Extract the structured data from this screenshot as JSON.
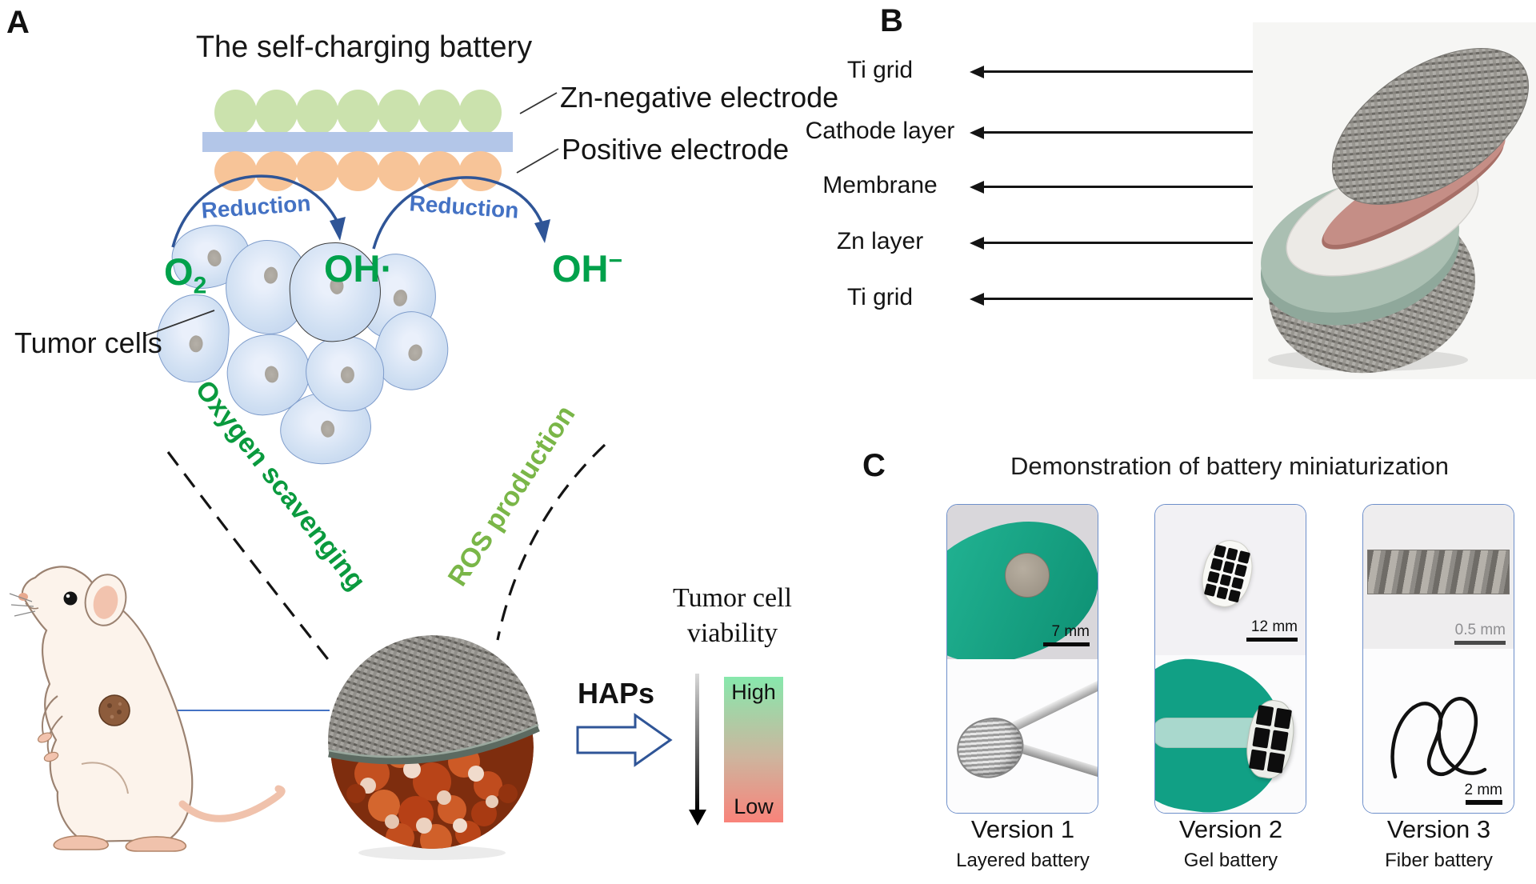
{
  "panelA": {
    "label": "A",
    "title": "The self-charging battery",
    "zn_electrode_label": "Zn-negative electrode",
    "positive_electrode_label": "Positive electrode",
    "reduction_left": "Reduction",
    "reduction_right": "Reduction",
    "chem": {
      "o2_main": "O",
      "o2_sub": "2",
      "oh_radical": "OH·",
      "oh_minus_main": "OH",
      "oh_minus_sup": "−"
    },
    "tumor_cells_label": "Tumor cells",
    "oxygen_scavenging": "Oxygen scavenging",
    "ros_production": "ROS production",
    "haps_label": "HAPs",
    "viability": {
      "line1": "Tumor cell",
      "line2": "viability",
      "high": "High",
      "low": "Low"
    }
  },
  "panelB": {
    "label": "B",
    "layers": [
      {
        "label": "Ti grid"
      },
      {
        "label": "Cathode layer"
      },
      {
        "label": "Membrane"
      },
      {
        "label": "Zn layer"
      },
      {
        "label": "Ti grid"
      }
    ]
  },
  "panelC": {
    "label": "C",
    "title": "Demonstration of battery miniaturization",
    "cards": [
      {
        "version": "Version 1",
        "type": "Layered battery",
        "scale_top": "7 mm"
      },
      {
        "version": "Version 2",
        "type": "Gel battery",
        "scale_top": "12 mm"
      },
      {
        "version": "Version 3",
        "type": "Fiber battery",
        "scale_top": "0.5 mm",
        "scale_bottom": "2 mm"
      }
    ]
  },
  "colors": {
    "zn_electrode_green": "#cbe2ad",
    "separator_blue": "#b3c6e8",
    "positive_electrode_orange": "#f7c498",
    "arc_blue": "#2f5597",
    "reduction_blue": "#4472c4",
    "chem_green": "#00a14b",
    "oxygen_scavenging_green": "#0a9a3e",
    "ros_production_green": "#7ab648",
    "photo_teal": "#12a084",
    "viability_high": "#87e8ac",
    "viability_low": "#f9837a",
    "card_border": "#6e8fca"
  }
}
